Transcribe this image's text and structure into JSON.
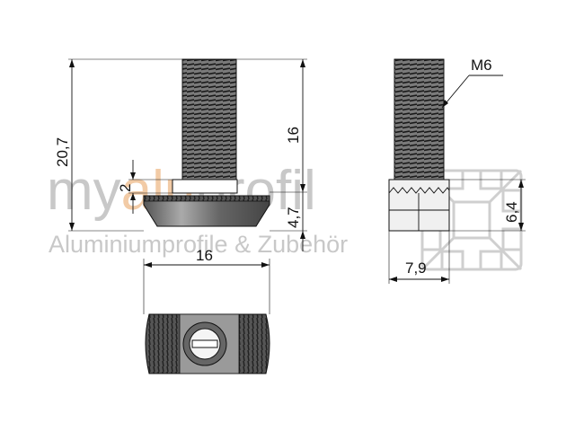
{
  "watermark": {
    "brand_prefix": "my",
    "brand_highlight": "alu",
    "brand_suffix": "profil",
    "subtitle": "Aluminiumprofile & Zubehör",
    "colors": {
      "gray": "#c8c8c8",
      "highlight": "#f2cba6",
      "profile": "#cfcfcf"
    }
  },
  "dimensions": {
    "overall_height": "20,7",
    "thread_length": "16",
    "head_step": "2",
    "nut_height": "4,7",
    "nut_width_top": "16",
    "nut_length_side": "7,9",
    "nut_height_side": "6,4",
    "thread_label": "M6"
  }
}
